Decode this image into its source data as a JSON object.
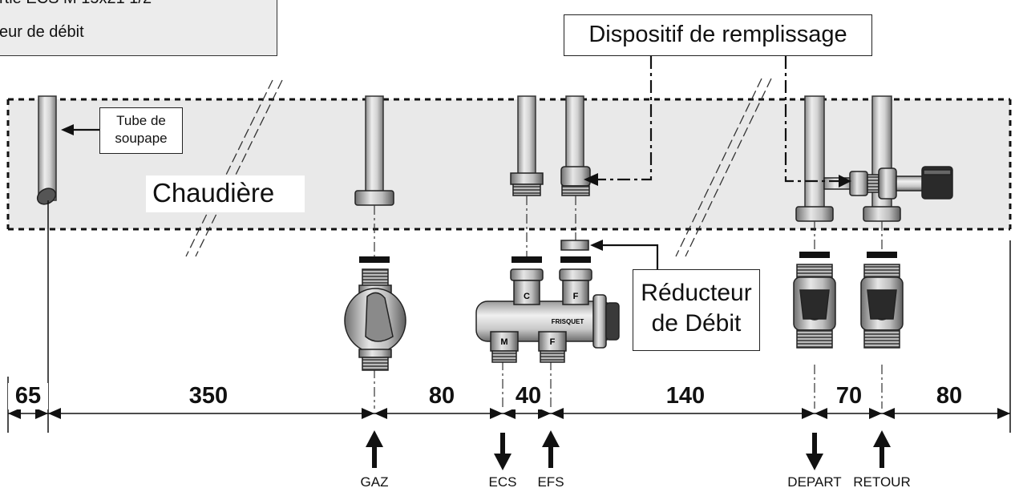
{
  "info_box": {
    "line1": "rtie   ECS            M 15x21   1/2",
    "line2": "eur de débit"
  },
  "callouts": {
    "fill_device": "Dispositif de remplissage",
    "tube_line1": "Tube de",
    "tube_line2": "soupape",
    "reducer_line1": "Réducteur",
    "reducer_line2": "de Débit"
  },
  "boiler_label": "Chaudière",
  "valve_letters": {
    "c": "C",
    "f": "F",
    "m": "M",
    "f2": "F",
    "brand": "FRISQUET"
  },
  "dimensions": [
    "65",
    "350",
    "80",
    "40",
    "140",
    "70",
    "80"
  ],
  "connections": [
    {
      "label": "GAZ",
      "direction": "in"
    },
    {
      "label": "ECS",
      "direction": "out"
    },
    {
      "label": "EFS",
      "direction": "in"
    },
    {
      "label": "DEPART",
      "direction": "out"
    },
    {
      "label": "RETOUR",
      "direction": "in"
    }
  ],
  "colors": {
    "boiler_zone": "#e9e9e9",
    "pipe": "#c4c4c4",
    "ink": "#111111"
  }
}
